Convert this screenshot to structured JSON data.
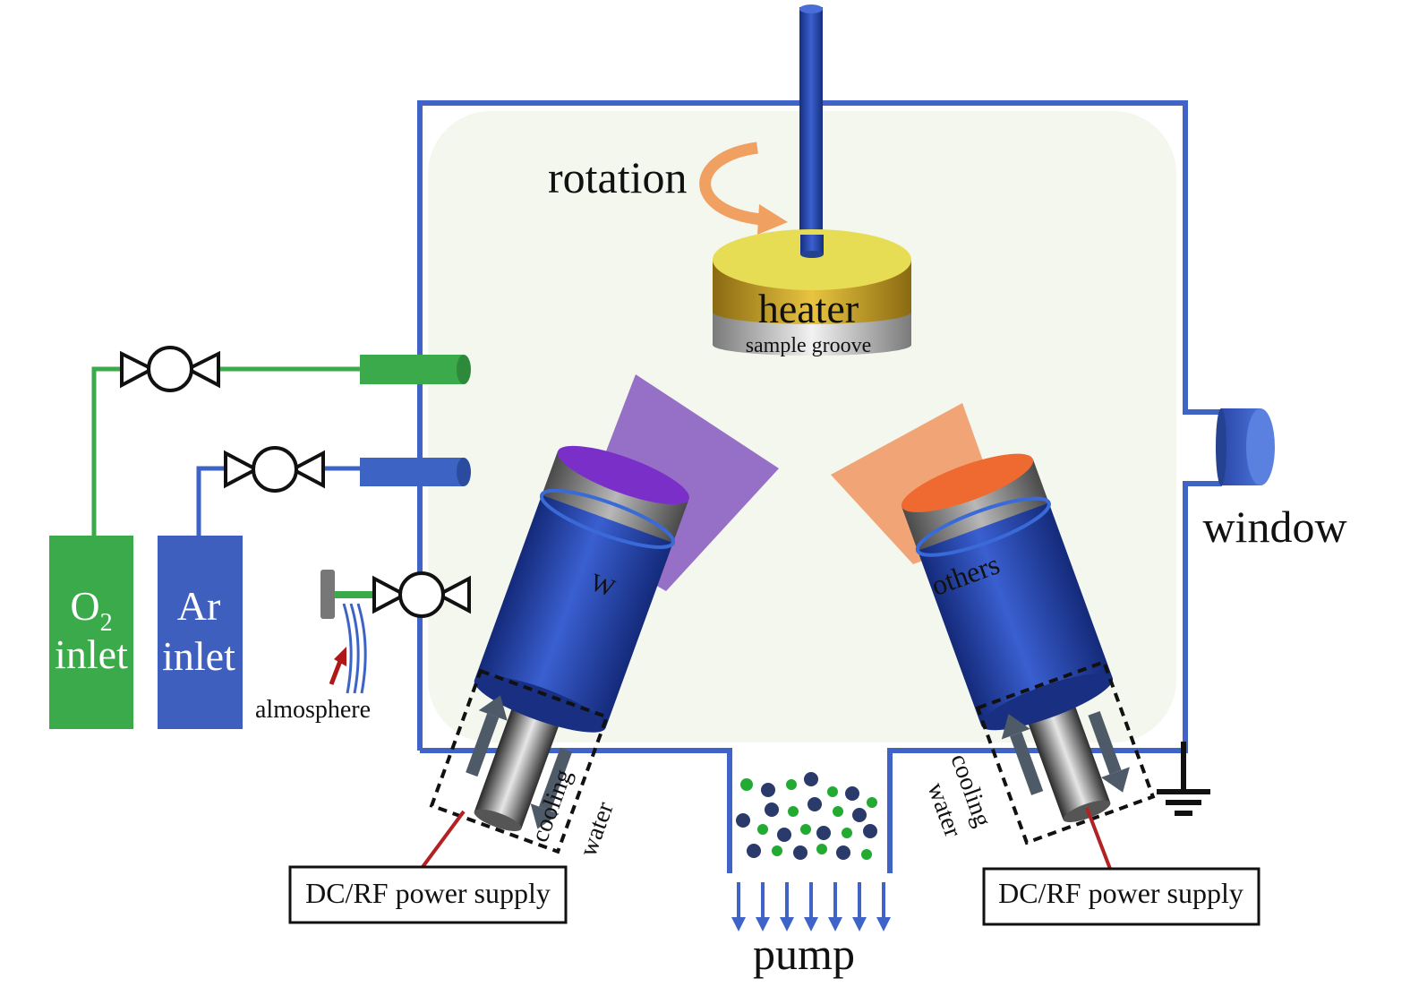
{
  "labels": {
    "rotation": "rotation",
    "heater": "heater",
    "sample_groove": "sample groove",
    "window": "window",
    "o2_inlet": {
      "o": "O",
      "sub": "2",
      "inlet": "inlet"
    },
    "ar_inlet": {
      "ar": "Ar",
      "inlet": "inlet"
    },
    "atmosphere": "almosphere",
    "target_left": "W",
    "target_right": "others",
    "cooling_left": {
      "line1": "cooling",
      "line2": "water"
    },
    "cooling_right": {
      "line1": "cooling",
      "line2": "water"
    },
    "power_left": "DC/RF power supply",
    "power_right": "DC/RF power supply",
    "pump": "pump"
  },
  "colors": {
    "chamber_wall": "#3f63c7",
    "chamber_fill": "#f3f7ee",
    "o2_line": "#3aaa4a",
    "ar_line": "#3d63c4",
    "o2_cylinder": "#3aaa4a",
    "ar_cylinder": "#3f5fbf",
    "plasma_left": "#9068c4",
    "plasma_right": "#f0a070",
    "gun_body": "#2a49b8",
    "heater_top": "#e6dd55",
    "heater_side": "#c9a426",
    "power_line": "#b22222",
    "arrow_red": "#b01818"
  },
  "icons": [
    "valve-icon",
    "ground-icon",
    "rotation-arrow-icon",
    "cooling-arrow-icon",
    "pump-arrow-icon"
  ]
}
